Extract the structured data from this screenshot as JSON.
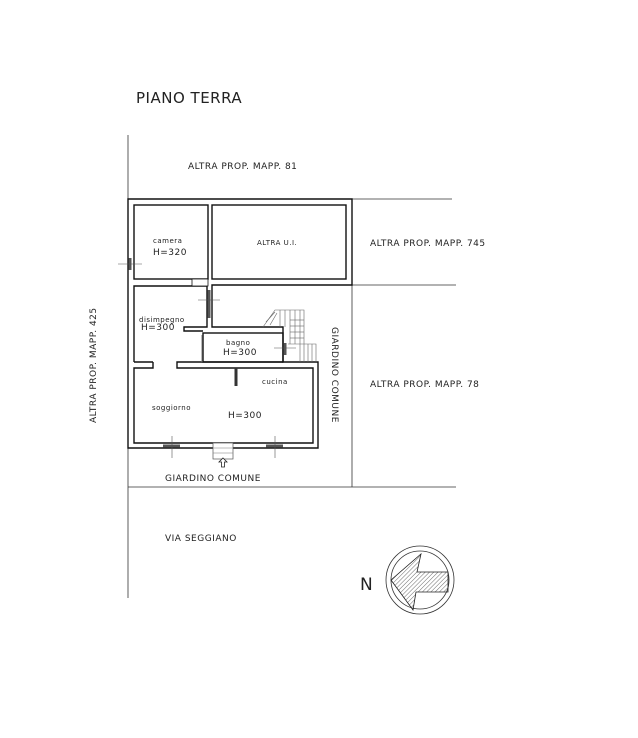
{
  "title": "PIANO TERRA",
  "neighbors": {
    "north": "ALTRA PROP. MAPP. 81",
    "east_top": "ALTRA PROP. MAPP. 745",
    "east_bottom": "ALTRA PROP. MAPP. 78",
    "west": "ALTRA PROP. MAPP. 425"
  },
  "garden_east": "GIARDINO COMUNE",
  "garden_south": "GIARDINO COMUNE",
  "street": "VIA SEGGIANO",
  "rooms": {
    "camera": {
      "name": "camera",
      "height": "H=320"
    },
    "altra_ui": {
      "name": "ALTRA U.I."
    },
    "disimpegno": {
      "name": "disimpegno",
      "height": "H=300"
    },
    "bagno": {
      "name": "bagno",
      "height": "H=300"
    },
    "cucina": {
      "name": "cucina"
    },
    "soggiorno": {
      "name": "soggiorno",
      "height": "H=300"
    }
  },
  "north_label": "N"
}
